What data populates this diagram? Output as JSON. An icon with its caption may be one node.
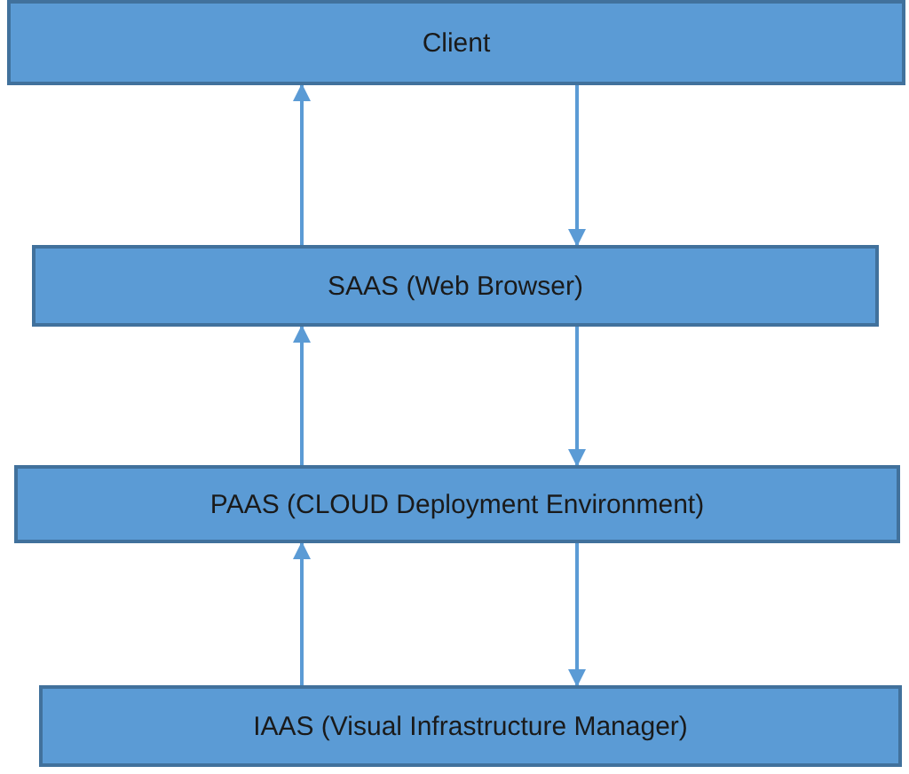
{
  "diagram": {
    "nodes": [
      {
        "text": [
          "Client"
        ]
      },
      {
        "text": [
          "SAAS (Web Browser)"
        ]
      },
      {
        "text": [
          "PAAS (CLOUD Deployment Environment)"
        ]
      },
      {
        "text": [
          "IAAS (Visual Infrastructure Manager)"
        ]
      }
    ],
    "edges": [
      {
        "from": 1,
        "to": 0,
        "arrow": "to"
      },
      {
        "from": 0,
        "to": 1,
        "arrow": "to"
      },
      {
        "from": 2,
        "to": 1,
        "arrow": "to"
      },
      {
        "from": 1,
        "to": 2,
        "arrow": "to"
      },
      {
        "from": 3,
        "to": 2,
        "arrow": "to"
      },
      {
        "from": 2,
        "to": 3,
        "arrow": "to"
      }
    ]
  }
}
